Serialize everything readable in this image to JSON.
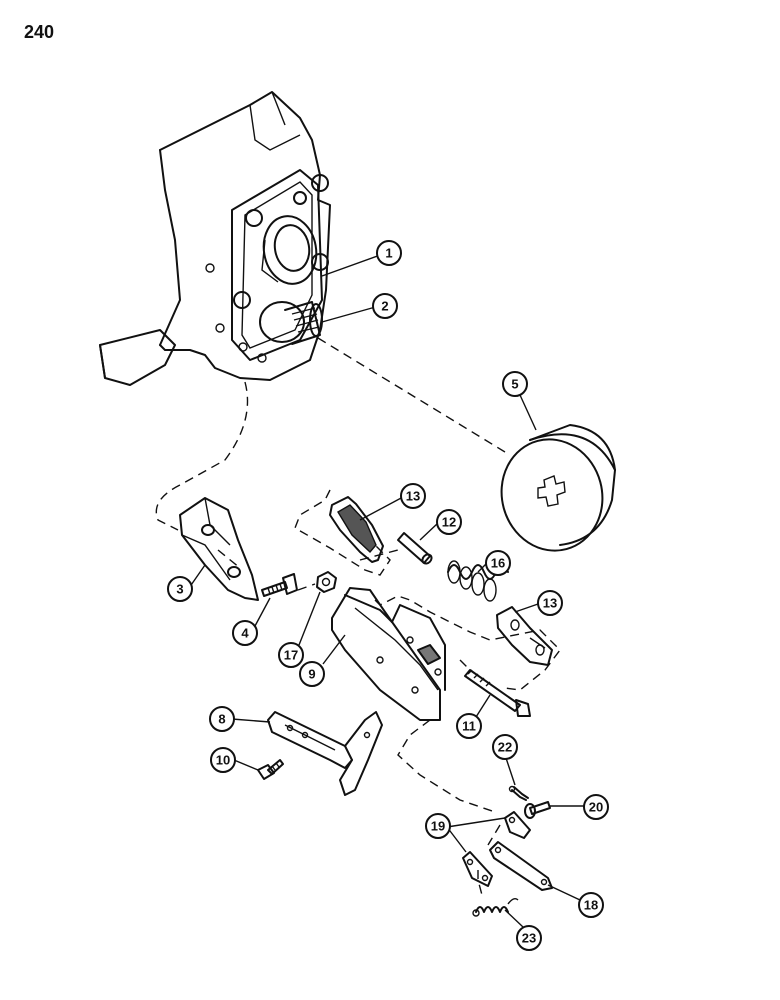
{
  "page": {
    "number": "240"
  },
  "callouts": [
    {
      "id": "1",
      "part": "housing-plate"
    },
    {
      "id": "2",
      "part": "output-shaft"
    },
    {
      "id": "3",
      "part": "brake-bracket"
    },
    {
      "id": "4",
      "part": "cap-screw"
    },
    {
      "id": "5",
      "part": "brake-disc"
    },
    {
      "id": "8",
      "part": "support-bracket"
    },
    {
      "id": "9",
      "part": "caliper-housing"
    },
    {
      "id": "10",
      "part": "bolt"
    },
    {
      "id": "11",
      "part": "long-bolt"
    },
    {
      "id": "12",
      "part": "pin"
    },
    {
      "id": "13",
      "part": "brake-pad-upper"
    },
    {
      "id": "13",
      "part": "brake-pad-lower"
    },
    {
      "id": "16",
      "part": "spring"
    },
    {
      "id": "17",
      "part": "nut"
    },
    {
      "id": "18",
      "part": "lever"
    },
    {
      "id": "19",
      "part": "links"
    },
    {
      "id": "20",
      "part": "clevis-pin"
    },
    {
      "id": "22",
      "part": "cotter-pin"
    },
    {
      "id": "23",
      "part": "return-spring"
    }
  ]
}
